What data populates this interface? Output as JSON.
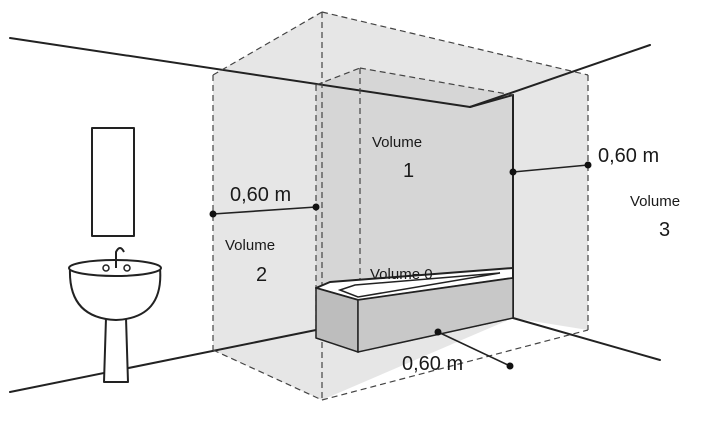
{
  "labels": {
    "volume0": "Volume 0",
    "volume1_word": "Volume",
    "volume1_num": "1",
    "volume2_word": "Volume",
    "volume2_num": "2",
    "volume3_word": "Volume",
    "volume3_num": "3",
    "dim_left": "0,60 m",
    "dim_right": "0,60 m",
    "dim_bottom": "0,60 m"
  }
}
